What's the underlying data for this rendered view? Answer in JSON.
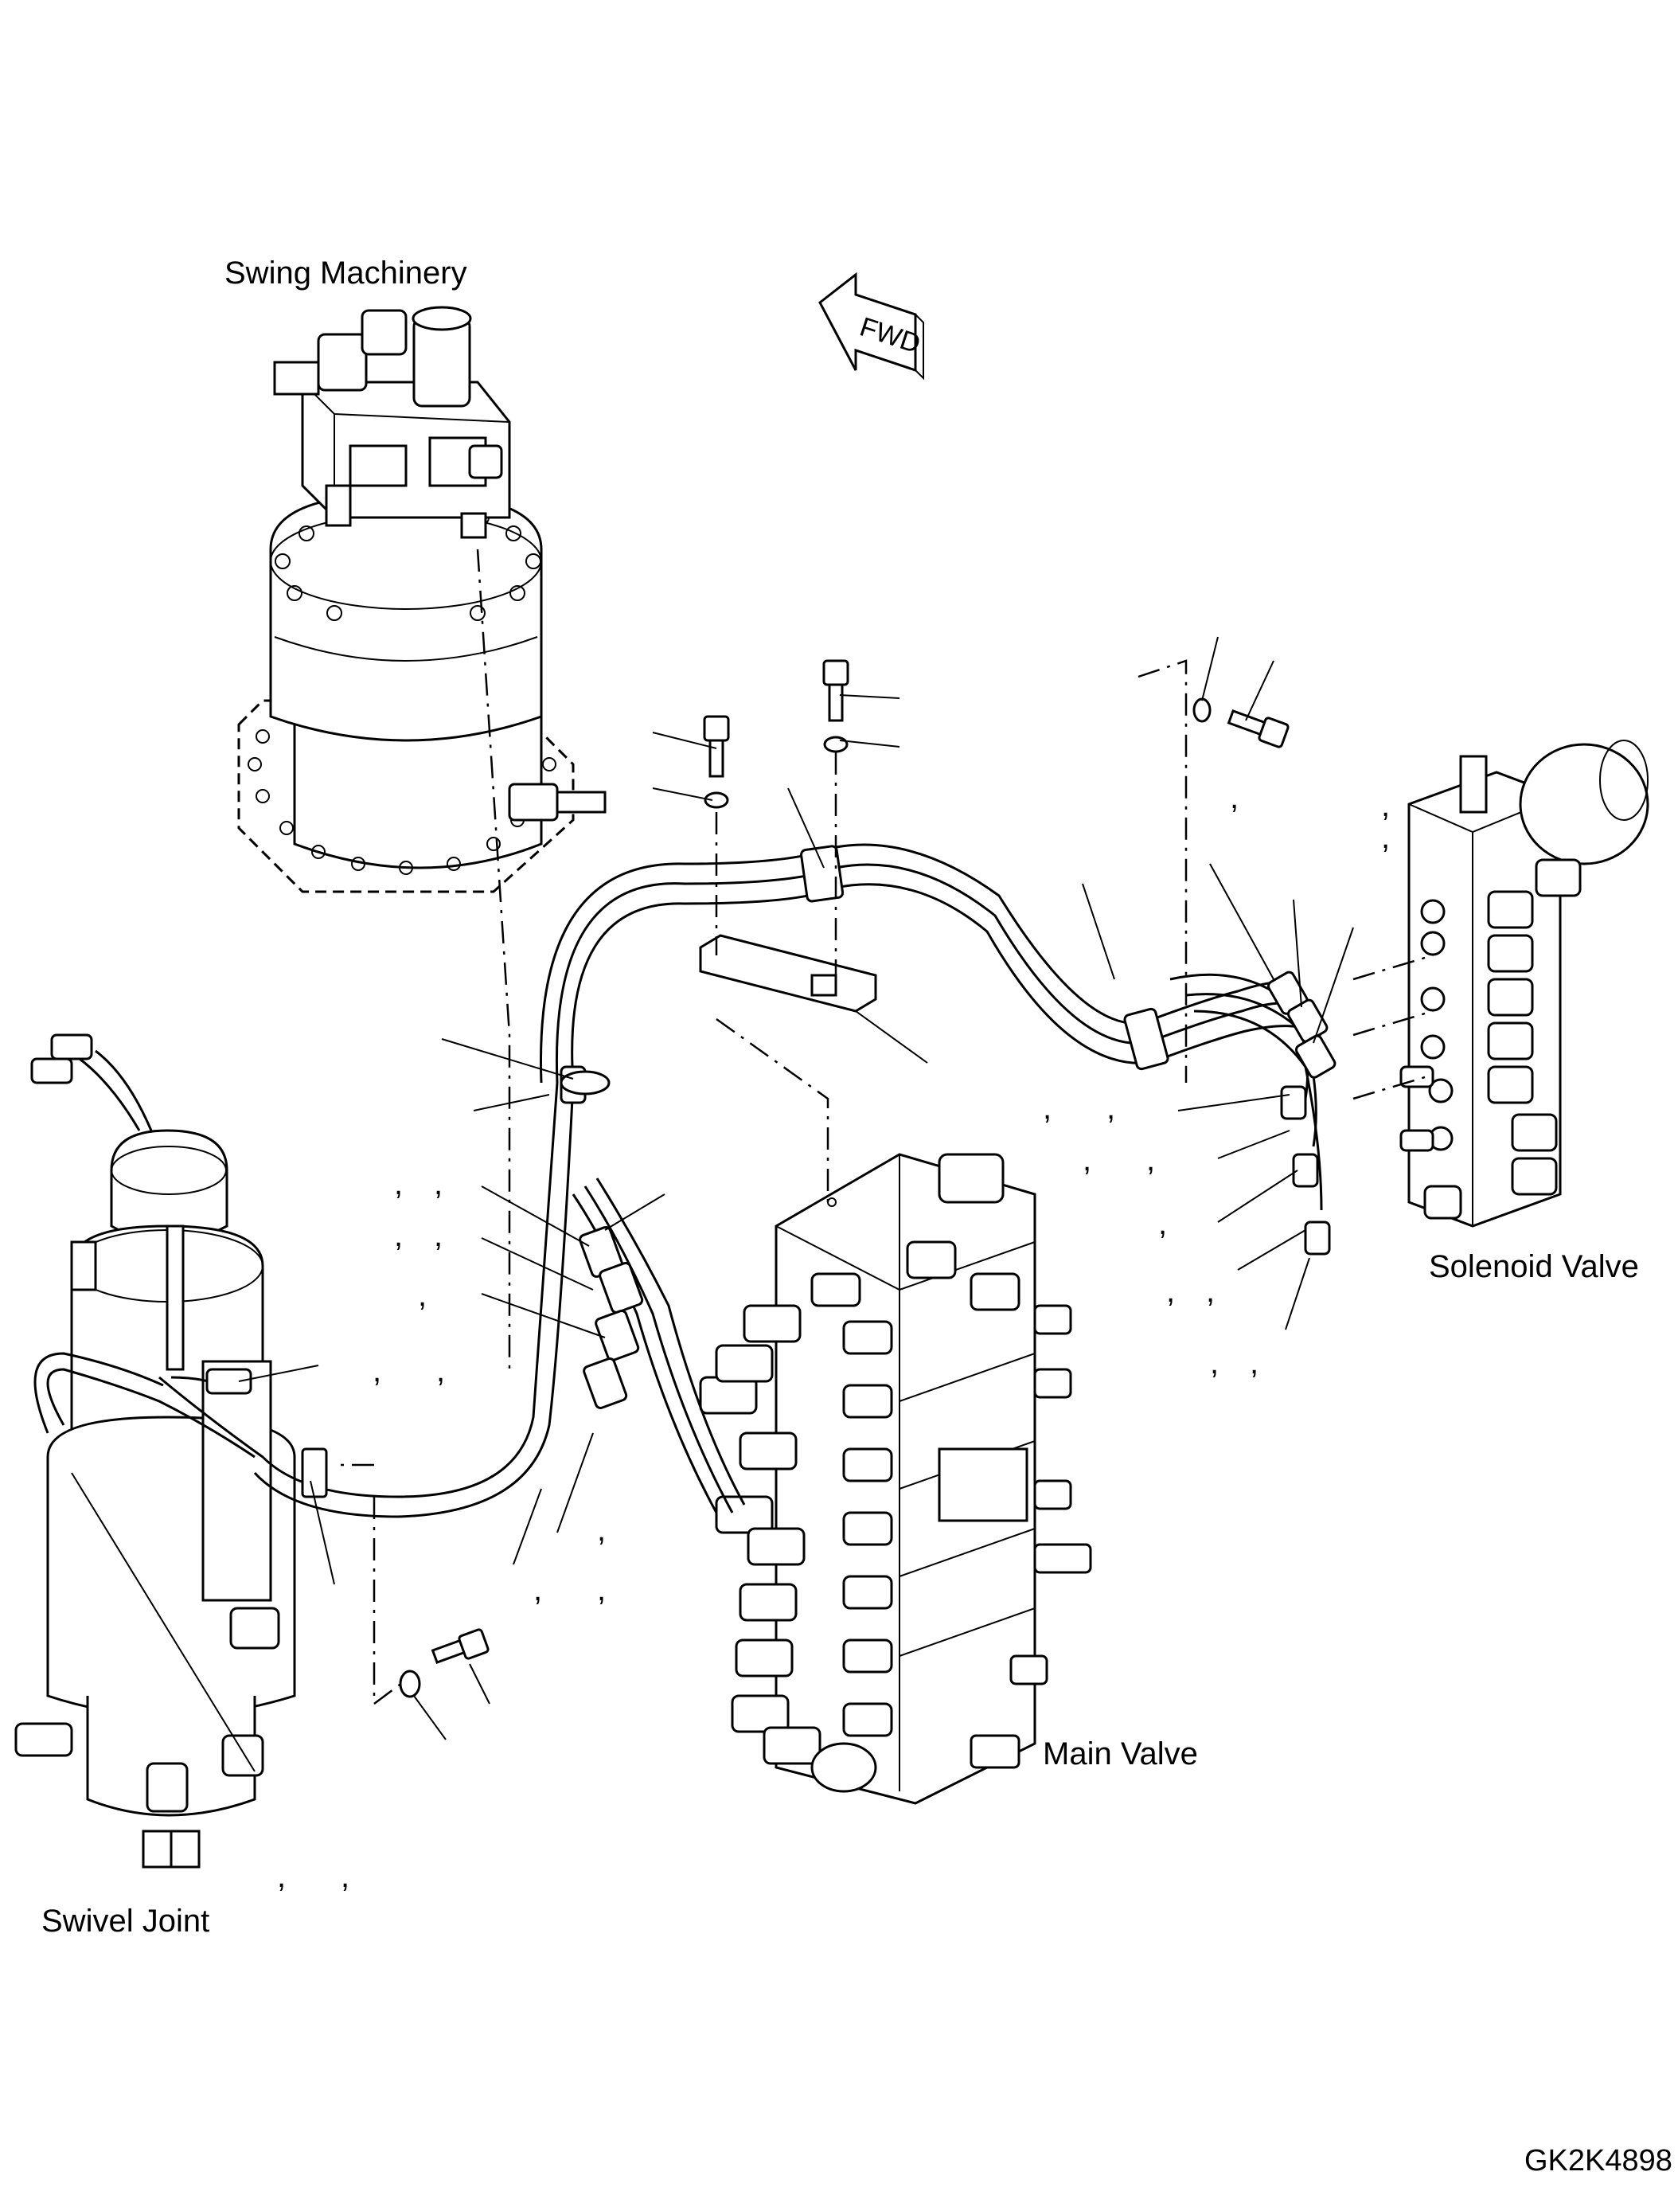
{
  "labels": {
    "swing_machinery": "Swing Machinery",
    "swivel_joint": "Swivel Joint",
    "main_valve": "Main Valve",
    "solenoid_valve": "Solenoid Valve",
    "drawing_code": "GK2K4898"
  },
  "fwd_arrow": {
    "text": "FWD"
  },
  "callouts": {
    "mark": ","
  }
}
